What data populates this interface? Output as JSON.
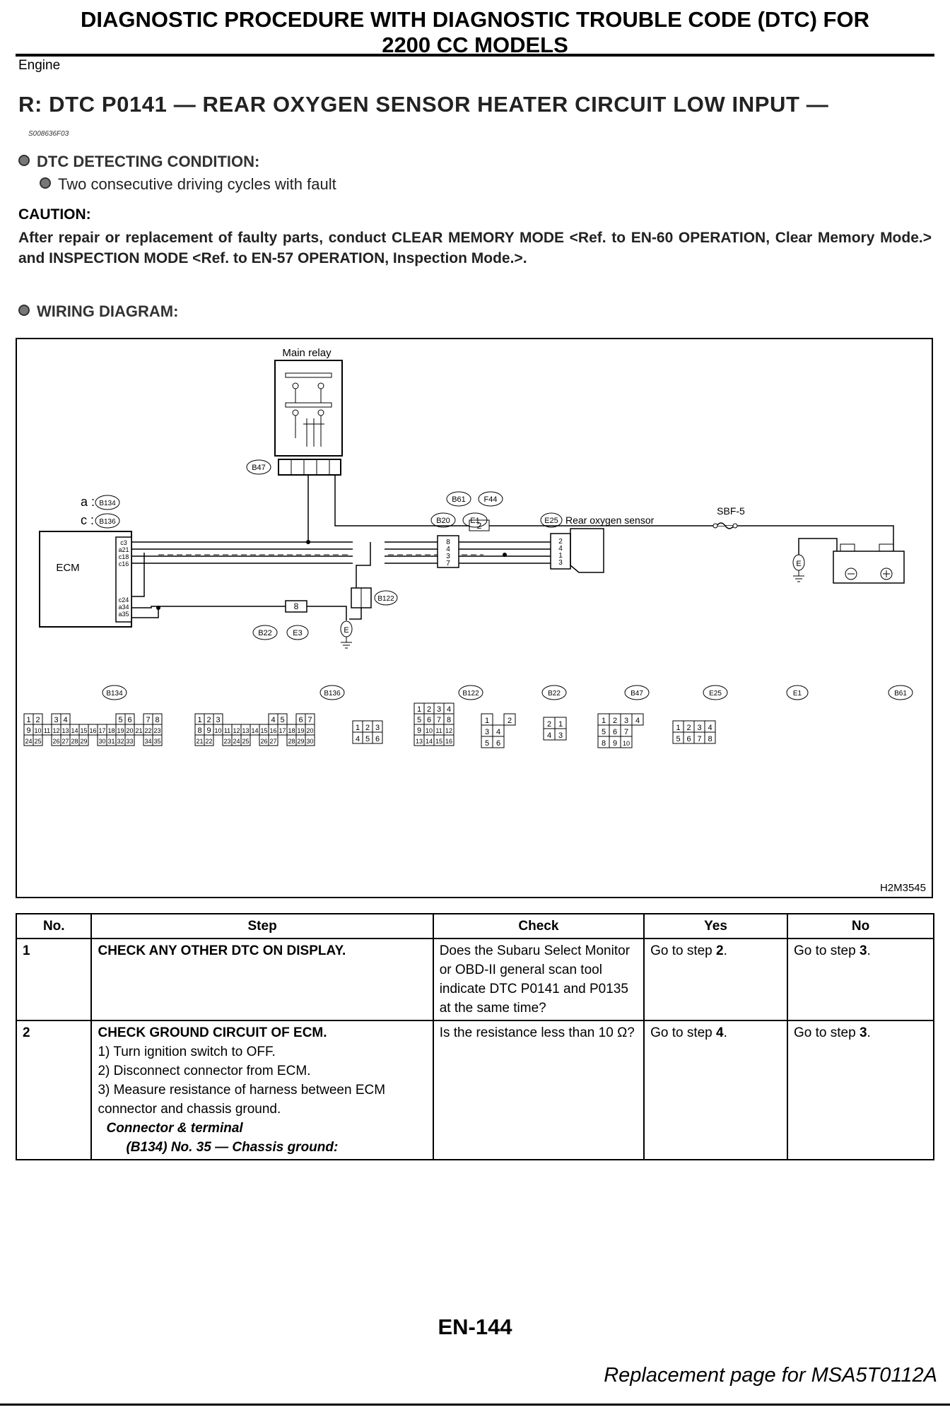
{
  "header": {
    "title_line1": "DIAGNOSTIC PROCEDURE WITH DIAGNOSTIC TROUBLE CODE (DTC) FOR",
    "title_line2": "2200 CC MODELS",
    "section": "Engine"
  },
  "dtc": {
    "heading": "R:  DTC P0141 — REAR OXYGEN SENSOR HEATER CIRCUIT LOW INPUT —",
    "doc_code": "S008636F03"
  },
  "detecting": {
    "heading": "DTC DETECTING CONDITION:",
    "item": "Two consecutive driving cycles with fault"
  },
  "caution": {
    "heading": "CAUTION:",
    "text": "After repair or replacement of faulty parts, conduct CLEAR MEMORY MODE <Ref. to EN-60 OPERATION, Clear Memory Mode.> and INSPECTION MODE <Ref. to EN-57 OPERATION, Inspection Mode.>."
  },
  "wiring": {
    "heading": "WIRING DIAGRAM:",
    "main_relay": "Main relay",
    "ecm": "ECM",
    "rear_sensor": "Rear oxygen sensor",
    "fuse": "SBF-5",
    "conn_a": "a :",
    "conn_c": "c :",
    "tags": {
      "b47": "B47",
      "b61": "B61",
      "f44": "F44",
      "b134": "B134",
      "b136": "B136",
      "b20": "B20",
      "e1": "E1",
      "e25": "E25",
      "b122": "B122",
      "b22": "B22",
      "e3": "E3",
      "e": "E"
    },
    "ecm_pins_top": [
      "c3",
      "a21",
      "c18",
      "c16"
    ],
    "ecm_pins_bottom": [
      "c24",
      "a34",
      "a35"
    ],
    "b20_pins": [
      "8",
      "4",
      "3",
      "7"
    ],
    "e25_pins": [
      "2",
      "4",
      "1",
      "3"
    ],
    "fuse_num": "2",
    "ground_num": "8",
    "diagram_code": "H2M3545"
  },
  "connectors": [
    {
      "tag": "B134",
      "rows": [
        [
          "1",
          "2",
          "",
          "3",
          "4",
          "",
          "",
          "",
          "",
          "",
          "5",
          "6",
          "",
          "7",
          "8"
        ],
        [
          "9",
          "10",
          "11",
          "12",
          "13",
          "14",
          "15",
          "16",
          "17",
          "18",
          "19",
          "20",
          "21",
          "22",
          "23"
        ],
        [
          "24",
          "25",
          "",
          "26",
          "27",
          "28",
          "29",
          "",
          "30",
          "31",
          "32",
          "33",
          "",
          "34",
          "35"
        ]
      ]
    },
    {
      "tag": "B136",
      "rows": [
        [
          "1",
          "2",
          "3",
          "",
          "",
          "",
          "",
          "",
          "4",
          "5",
          "",
          "6",
          "7"
        ],
        [
          "8",
          "9",
          "10",
          "11",
          "12",
          "13",
          "14",
          "15",
          "16",
          "17",
          "18",
          "19",
          "20"
        ],
        [
          "21",
          "22",
          "",
          "23",
          "24",
          "25",
          "",
          "26",
          "27",
          "",
          "28",
          "29",
          "30"
        ]
      ]
    },
    {
      "tag": "B122",
      "rows": [
        [
          "1",
          "2",
          "3"
        ],
        [
          "4",
          "5",
          "6"
        ]
      ]
    },
    {
      "tag": "B22",
      "rows": [
        [
          "1",
          "2",
          "3",
          "4"
        ],
        [
          "5",
          "6",
          "7",
          "8"
        ],
        [
          "9",
          "10",
          "11",
          "12"
        ],
        [
          "13",
          "14",
          "15",
          "16"
        ]
      ]
    },
    {
      "tag": "B47",
      "rows": [
        [
          "1",
          "",
          "2"
        ],
        [
          "3",
          "4"
        ],
        [
          "5",
          "6"
        ]
      ]
    },
    {
      "tag": "E25",
      "rows": [
        [
          "2",
          "1"
        ],
        [
          "4",
          "3"
        ]
      ]
    },
    {
      "tag": "E1",
      "rows": [
        [
          "1",
          "2",
          "3",
          "4"
        ],
        [
          "5",
          "6",
          "7"
        ],
        [
          "8",
          "9",
          "10"
        ]
      ]
    },
    {
      "tag": "B61",
      "rows": [
        [
          "1",
          "2",
          "3",
          "4"
        ],
        [
          "5",
          "6",
          "7",
          "8"
        ]
      ]
    }
  ],
  "table": {
    "headers": [
      "No.",
      "Step",
      "Check",
      "Yes",
      "No"
    ],
    "row1": {
      "no": "1",
      "step": "CHECK ANY OTHER DTC ON DISPLAY.",
      "check": "Does the Subaru Select Monitor or OBD-II general scan tool indicate DTC P0141 and P0135 at the same time?",
      "yes_prefix": "Go to step ",
      "yes_step": "2",
      "yes_suffix": ".",
      "no_prefix": "Go to step ",
      "no_step": "3",
      "no_suffix": "."
    },
    "row2": {
      "no": "2",
      "step": "CHECK GROUND CIRCUIT OF ECM.",
      "line1": "1) Turn ignition switch to OFF.",
      "line2": "2) Disconnect connector from ECM.",
      "line3": "3) Measure resistance of harness between ECM connector and chassis ground.",
      "conn_label": "Connector & terminal",
      "terminal": "(B134) No. 35 — Chassis ground:",
      "check": "Is the resistance less than 10 Ω?",
      "yes_prefix": "Go to step ",
      "yes_step": "4",
      "yes_suffix": ".",
      "no_prefix": "Go to step ",
      "no_step": "3",
      "no_suffix": "."
    }
  },
  "footer": {
    "page": "EN-144",
    "note": "Replacement page for MSA5T0112A"
  }
}
